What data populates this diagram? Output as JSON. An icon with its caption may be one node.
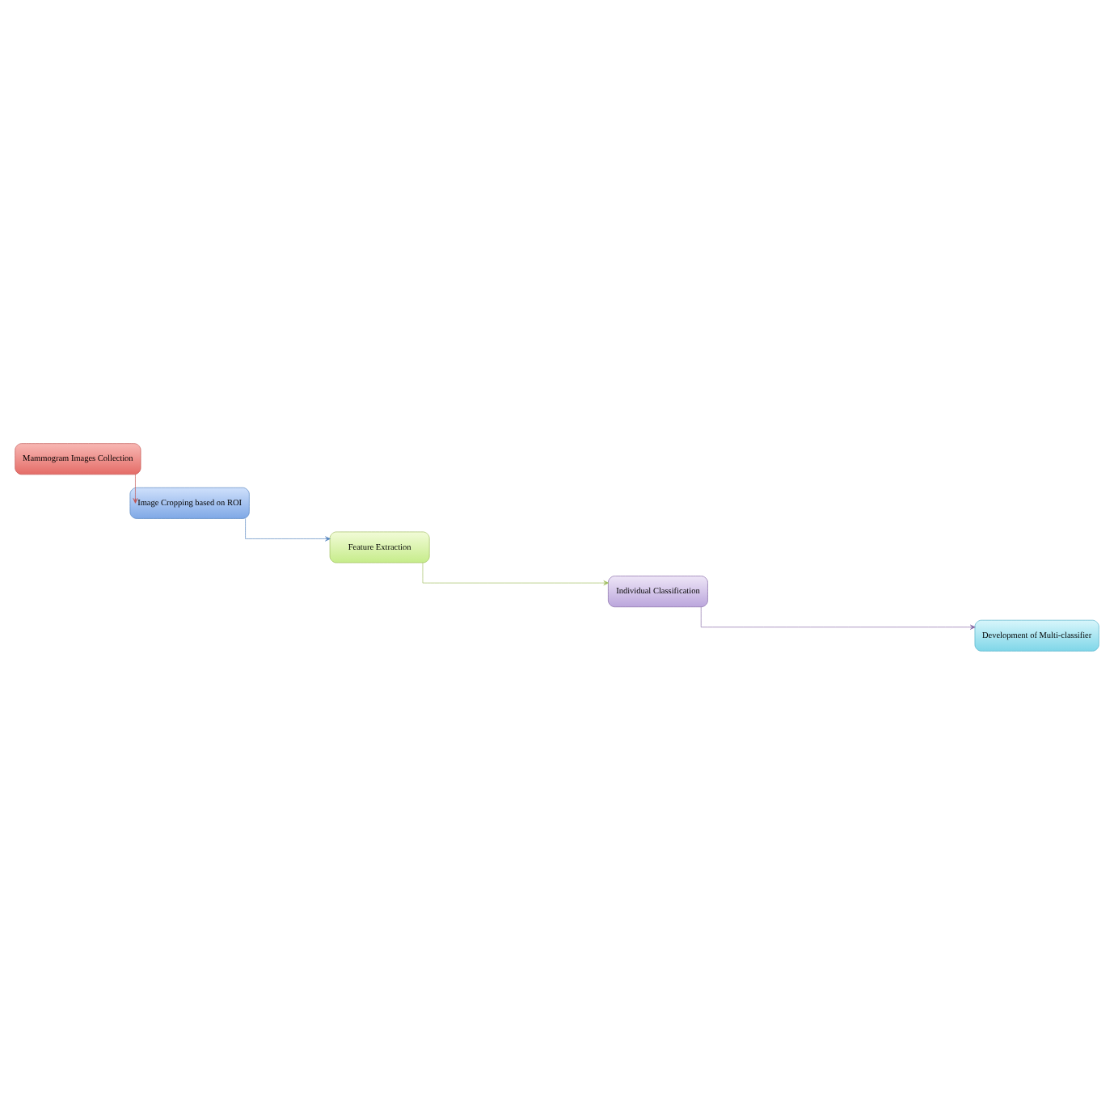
{
  "diagram": {
    "nodes": [
      {
        "text": [
          "Mammogram Images Collection"
        ]
      },
      {
        "text": [
          "Image Cropping based on ROI"
        ]
      },
      {
        "text": [
          "Feature Extraction"
        ]
      },
      {
        "text": [
          "Individual Classification"
        ]
      },
      {
        "text": [
          "Development of Multi-classifier"
        ]
      }
    ],
    "edges": [
      {
        "from": 0,
        "to": 1,
        "arrow": "to",
        "color": "#c0504d"
      },
      {
        "from": 1,
        "to": 2,
        "arrow": "to",
        "color": "#4f81bd"
      },
      {
        "from": 2,
        "to": 3,
        "arrow": "to",
        "color": "#9bbb59"
      },
      {
        "from": 3,
        "to": 4,
        "arrow": "to",
        "color": "#8064a2"
      }
    ]
  }
}
